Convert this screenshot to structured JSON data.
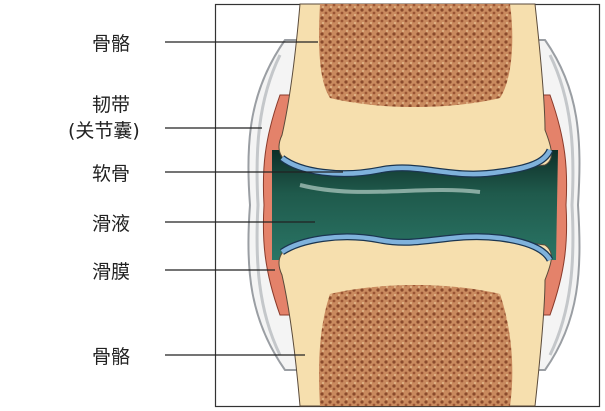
{
  "labels": {
    "bone_top": "骨骼",
    "ligament_line1": "韧带",
    "ligament_line2": "(关节囊)",
    "cartilage": "软骨",
    "synovial_fluid": "滑液",
    "synovial_membrane": "滑膜",
    "bone_bottom": "骨骼"
  },
  "colors": {
    "bone": "#f6dfae",
    "marrow": "#a9613f",
    "cartilage": "#7fb2dc",
    "fluid": "#1f5a4c",
    "membrane": "#e4826a",
    "capsule": "#b9bcc0"
  }
}
